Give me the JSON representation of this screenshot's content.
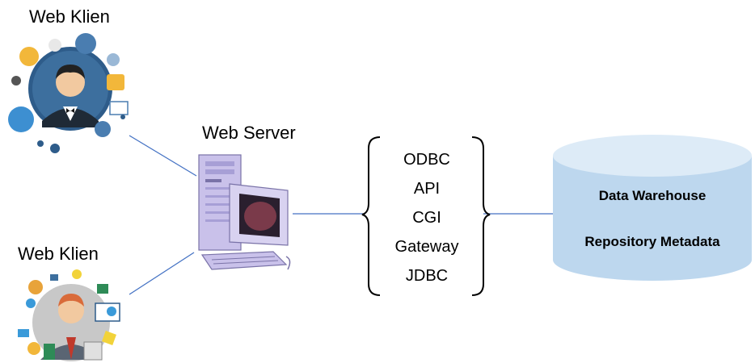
{
  "clients": [
    {
      "label": "Web Klien"
    },
    {
      "label": "Web Klien"
    }
  ],
  "server": {
    "label": "Web Server"
  },
  "interfaces": [
    "ODBC",
    "API",
    "CGI",
    "Gateway",
    "JDBC"
  ],
  "database": {
    "line1": "Data Warehouse",
    "line2": "Repository Metadata"
  },
  "colors": {
    "connector": "#4472c4",
    "db_fill": "#bdd7ee",
    "db_top": "#ddebf7",
    "computer_body": "#c9c1ea",
    "skin": "#f2c9a0"
  }
}
